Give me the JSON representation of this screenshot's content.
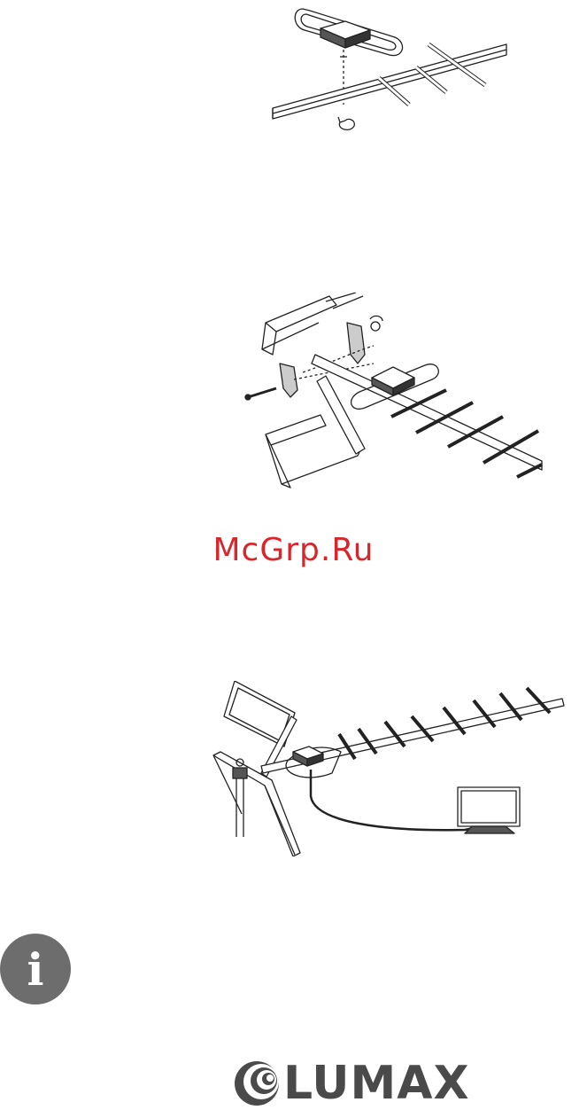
{
  "watermark": {
    "text": "McGrp.Ru",
    "color": "#d9262c"
  },
  "info_icon": {
    "glyph": "i",
    "color": "#6d6d6d"
  },
  "logo": {
    "text": "LUMAX",
    "color": "#4a4a4a",
    "icon": "crescent-swirl-icon"
  },
  "figures": [
    {
      "icon": "antenna-balun-mount-illustration"
    },
    {
      "icon": "antenna-reflector-bracket-illustration"
    },
    {
      "icon": "antenna-mast-tv-connection-illustration"
    }
  ]
}
